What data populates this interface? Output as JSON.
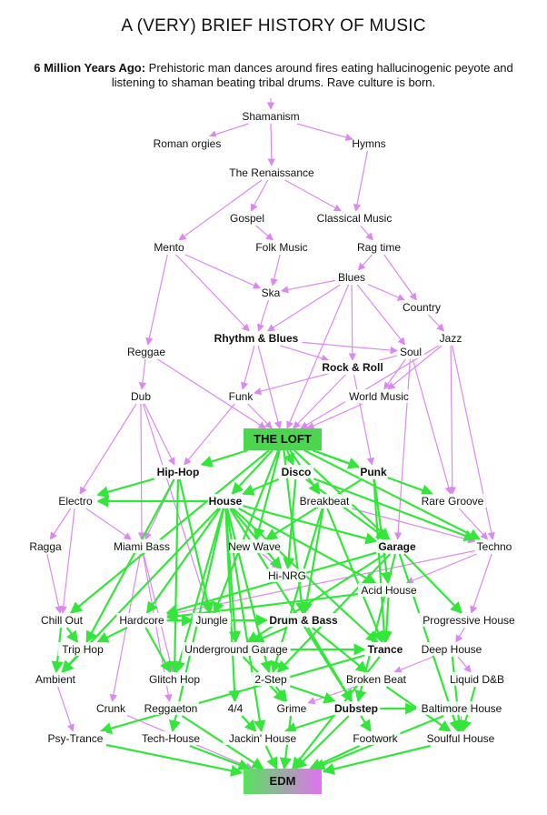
{
  "title": "A (VERY) BRIEF HISTORY OF MUSIC",
  "intro": {
    "lead": "6 Million Years Ago:",
    "text": "Prehistoric man dances around fires eating hallucinogenic peyote and listening to shaman beating tribal drums. Rave culture is born."
  },
  "colors": {
    "pink_edge": "#dd88f2",
    "green_edge": "#33e63a",
    "loft_box": "#4cd54f",
    "edm_gradient_start": "#55e45c",
    "edm_gradient_end": "#e272f0"
  },
  "nodes": {
    "shamanism": "Shamanism",
    "roman_orgies": "Roman orgies",
    "hymns": "Hymns",
    "renaissance": "The Renaissance",
    "gospel": "Gospel",
    "classical": "Classical Music",
    "mento": "Mento",
    "folk": "Folk Music",
    "ragtime": "Rag time",
    "blues": "Blues",
    "ska": "Ska",
    "country": "Country",
    "rnb": "Rhythm & Blues",
    "jazz": "Jazz",
    "reggae": "Reggae",
    "soul": "Soul",
    "rocknroll": "Rock & Roll",
    "dub": "Dub",
    "funk": "Funk",
    "worldmusic": "World Music",
    "loft": "THE LOFT",
    "hiphop": "Hip-Hop",
    "disco": "Disco",
    "punk": "Punk",
    "electro": "Electro",
    "house": "House",
    "breakbeat": "Breakbeat",
    "raregroove": "Rare Groove",
    "ragga": "Ragga",
    "miamibass": "Miami Bass",
    "newwave": "New Wave",
    "garage": "Garage",
    "techno": "Techno",
    "hinrg": "Hi-NRG",
    "acidhouse": "Acid House",
    "chillout": "Chill Out",
    "hardcore": "Hardcore",
    "jungle": "Jungle",
    "dnb": "Drum & Bass",
    "proghouse": "Progressive House",
    "triphop": "Trip Hop",
    "ugarage": "Underground Garage",
    "trance": "Trance",
    "deephouse": "Deep House",
    "ambient": "Ambient",
    "glitchhop": "Glitch Hop",
    "twostep": "2-Step",
    "brokenbeat": "Broken Beat",
    "liquiddnb": "Liquid D&B",
    "crunk": "Crunk",
    "reggaeton": "Reggaeton",
    "fourfour": "4/4",
    "grime": "Grime",
    "dubstep": "Dubstep",
    "baltimore": "Baltimore House",
    "psytrance": "Psy-Trance",
    "techhouse": "Tech-House",
    "jackin": "Jackin' House",
    "footwork": "Footwork",
    "soulfulhouse": "Soulful House",
    "edm": "EDM"
  }
}
